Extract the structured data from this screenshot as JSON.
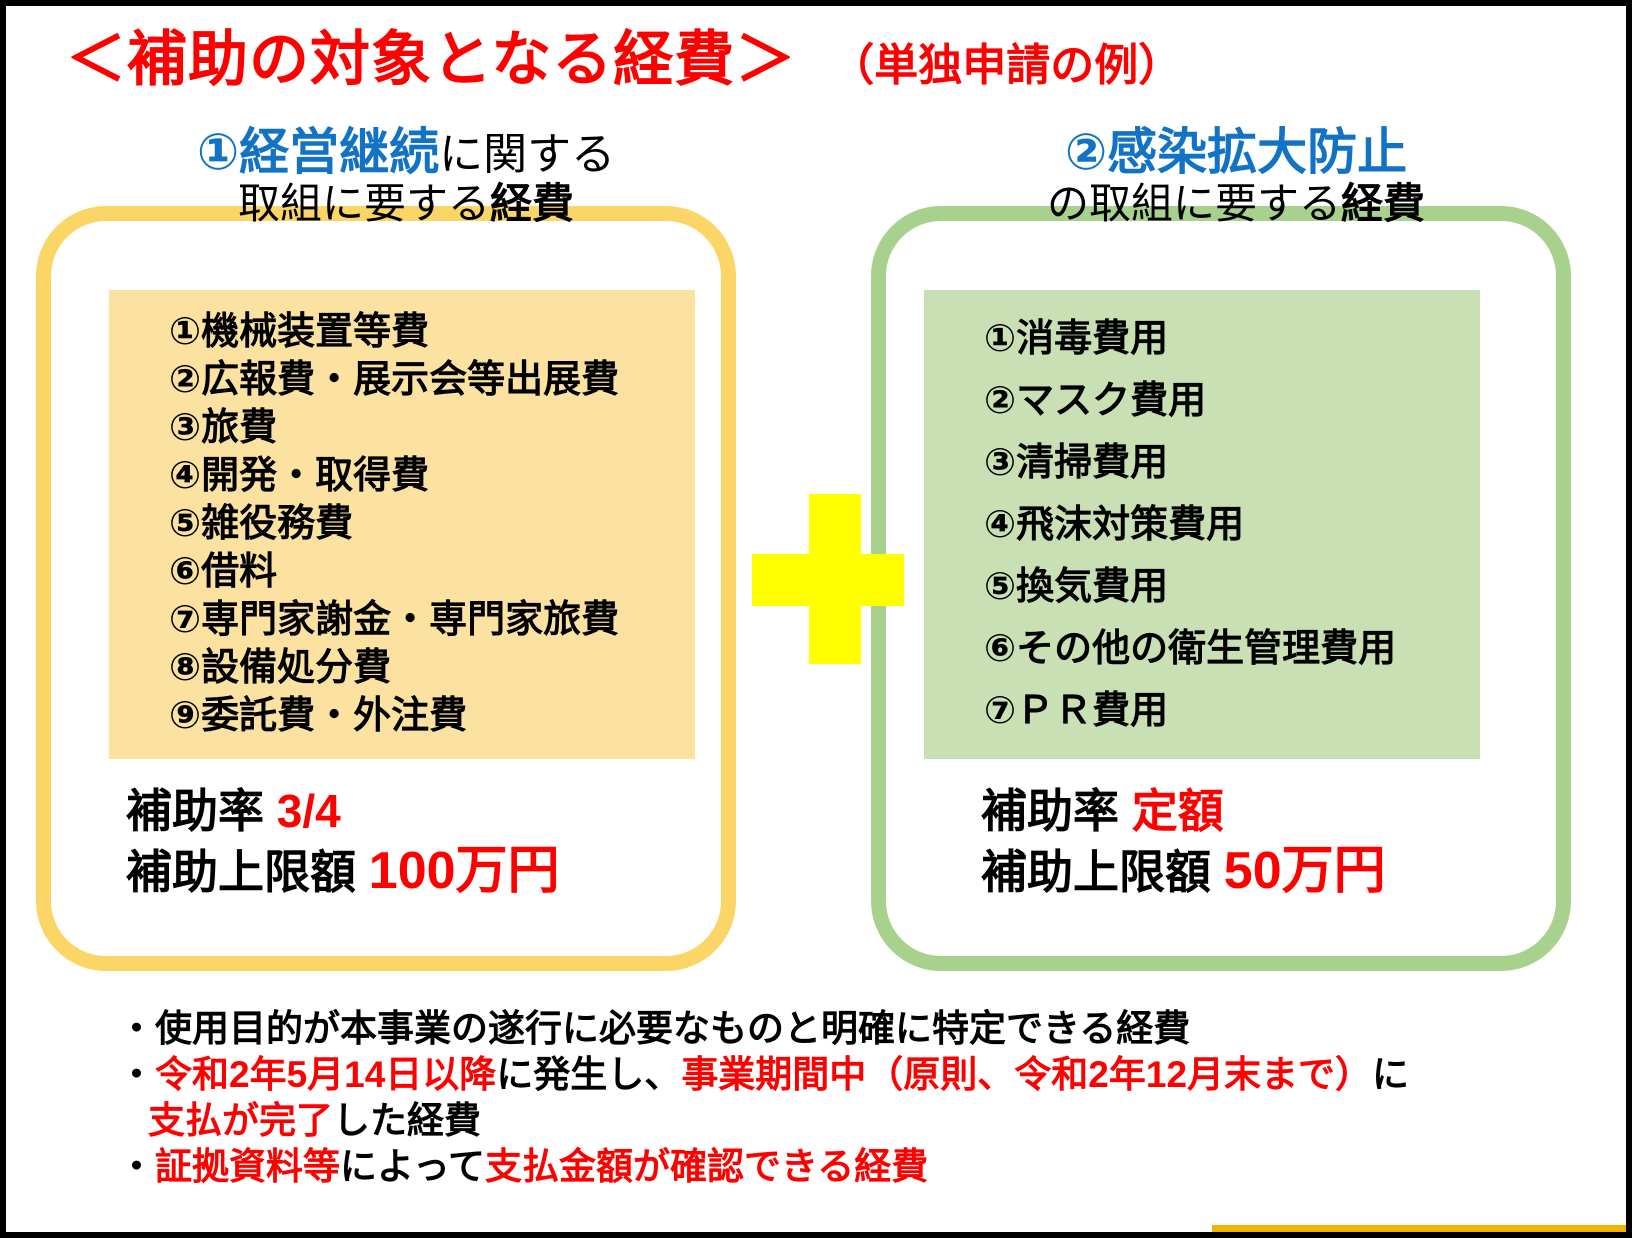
{
  "title": {
    "main": "＜補助の対象となる経費＞",
    "sub": "（単独申請の例）"
  },
  "columns": [
    {
      "heading_line1_accent": "①経営継続",
      "heading_line1_rest": "に関する",
      "heading_line2_normal": "取組に要する",
      "heading_line2_bold": "経費",
      "accent_color": "#1273c6",
      "border_color": "#fbd667",
      "box_color": "#fbe2a0",
      "items": [
        "①機械装置等費",
        "②広報費・展示会等出展費",
        "③旅費",
        "④開発・取得費",
        "⑤雑役務費",
        "⑥借料",
        "⑦専門家謝金・専門家旅費",
        "⑧設備処分費",
        "⑨委託費・外注費"
      ],
      "rate_label": "補助率",
      "rate_value": "3/4",
      "cap_label": "補助上限額",
      "cap_value": "100万円"
    },
    {
      "heading_line1_accent": "②感染拡大防止",
      "heading_line1_rest": "",
      "heading_line2_normal": "の取組に要する",
      "heading_line2_bold": "経費",
      "accent_color": "#1273c6",
      "border_color": "#a9d18e",
      "box_color": "#c9e0b4",
      "items": [
        "①消毒費用",
        "②マスク費用",
        "③清掃費用",
        "④飛沫対策費用",
        "⑤換気費用",
        "⑥その他の衛生管理費用",
        "⑦ＰＲ費用"
      ],
      "rate_label": "補助率",
      "rate_value": "定額",
      "cap_label": "補助上限額",
      "cap_value": "50万円"
    }
  ],
  "plus_symbol": {
    "name": "plus-sign",
    "color": "#ffff00"
  },
  "notes": [
    {
      "bullet": "・",
      "indent": false,
      "segments": [
        {
          "text": "使用目的が本事業の遂行に必要なものと明確に特定できる経費",
          "color": "black"
        }
      ]
    },
    {
      "bullet": "・",
      "indent": false,
      "segments": [
        {
          "text": "令和2年5月14日以降",
          "color": "red"
        },
        {
          "text": "に発生し、",
          "color": "black"
        },
        {
          "text": "事業期間中（原則、令和2年12月末まで）",
          "color": "red"
        },
        {
          "text": "に",
          "color": "black"
        }
      ]
    },
    {
      "bullet": "",
      "indent": true,
      "segments": [
        {
          "text": "支払が完了",
          "color": "red"
        },
        {
          "text": "した経費",
          "color": "black"
        }
      ]
    },
    {
      "bullet": "・",
      "indent": false,
      "segments": [
        {
          "text": "証拠資料等",
          "color": "red"
        },
        {
          "text": "によって",
          "color": "black"
        },
        {
          "text": "支払金額が確認できる経費",
          "color": "red"
        }
      ]
    }
  ],
  "colors": {
    "title_red": "#ff0000",
    "accent_blue": "#1273c6",
    "yellow_border": "#fbd667",
    "yellow_fill": "#fbe2a0",
    "green_border": "#a9d18e",
    "green_fill": "#c9e0b4",
    "plus_yellow": "#ffff00",
    "gold_strip": "#f0b400"
  }
}
